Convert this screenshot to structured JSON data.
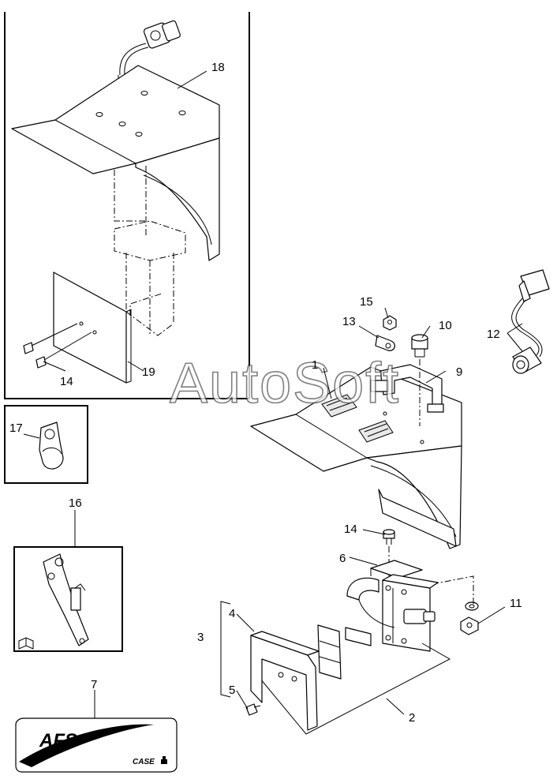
{
  "watermark": "AutoSoft",
  "logo": {
    "afs": "AFS",
    "case": "CASE"
  },
  "callouts": {
    "c1": "1",
    "c2": "2",
    "c3": "3",
    "c4": "4",
    "c5": "5",
    "c6": "6",
    "c7": "7",
    "c9": "9",
    "c10": "10",
    "c11": "11",
    "c12": "12",
    "c13": "13",
    "c14a": "14",
    "c14b": "14",
    "c15": "15",
    "c16": "16",
    "c17": "17",
    "c18": "18",
    "c19": "19"
  },
  "icons": [
    "manual-book-icon"
  ]
}
